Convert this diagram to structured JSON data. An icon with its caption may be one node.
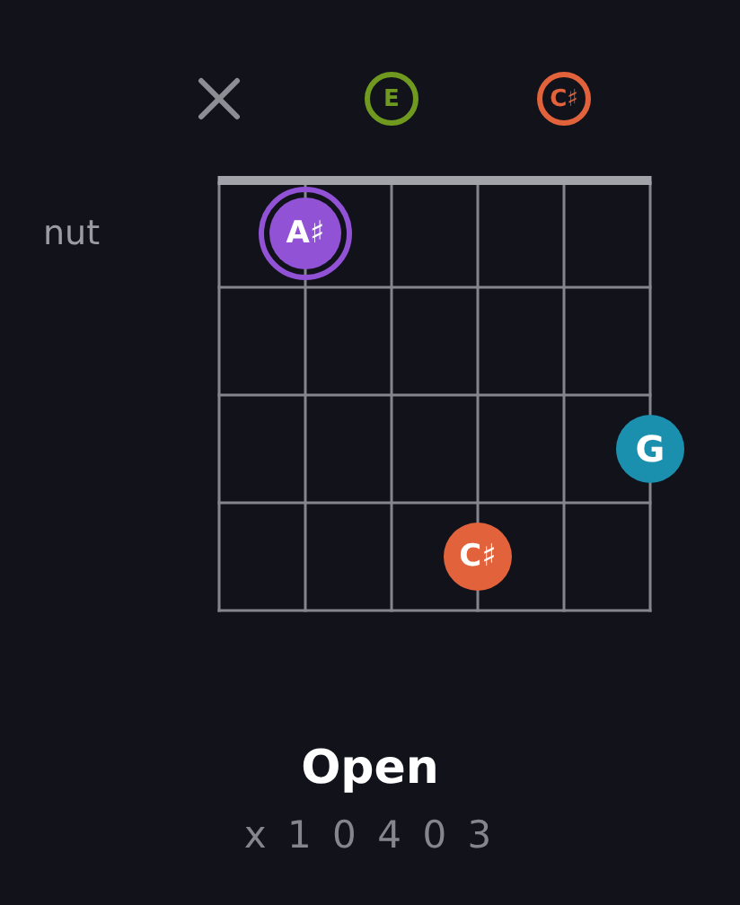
{
  "diagram": {
    "title": "Open",
    "caption": "x 1 0 4 0 3",
    "nodes": [
      {
        "text": [
          "E"
        ]
      },
      {
        "text": [
          "C♯"
        ]
      },
      {
        "text": [
          "A♯"
        ]
      },
      {
        "text": [
          "G"
        ]
      },
      {
        "text": [
          "C♯"
        ]
      }
    ],
    "labels": [
      "nut"
    ]
  }
}
